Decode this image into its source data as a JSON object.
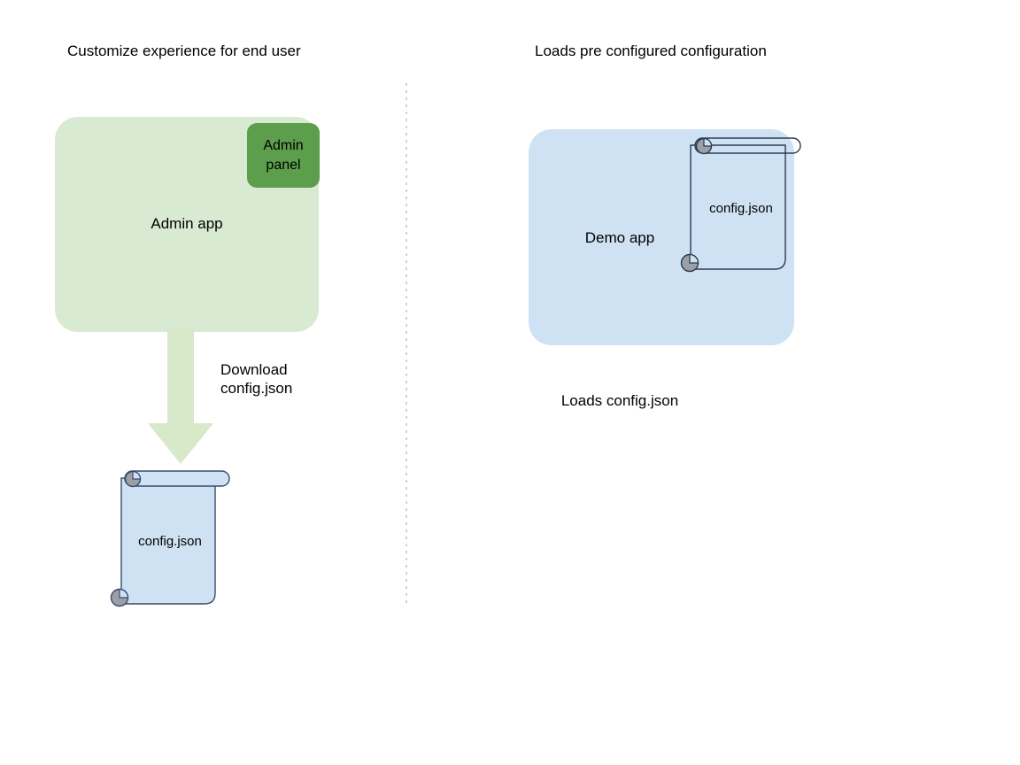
{
  "diagram": {
    "title_left": "Customize experience for end user",
    "title_right": "Loads pre configured configuration",
    "left": {
      "app_label": "Admin app",
      "panel_label": "Admin\npanel",
      "arrow_label": "Download\nconfig.json",
      "document_label": "config.json"
    },
    "right": {
      "app_label": "Demo app",
      "document_label": "config.json",
      "caption": "Loads config.json"
    },
    "icons": {
      "down-arrow-icon": "arrow pointing down",
      "scroll-document-icon": "rolled document scroll",
      "divider-icon": "vertical dotted divider"
    },
    "colors": {
      "app_green_fill": "#d9ead3",
      "panel_green_fill": "#5d9e4c",
      "app_blue_fill": "#cfe2f3",
      "scroll_blue_fill": "#cfe2f3",
      "scroll_stroke": "#3a4a6b",
      "curl_gray": "#9aa0a6",
      "arrow_fill": "#d7e9c9",
      "divider_gray": "#bdbdbd",
      "text_color": "#000000"
    }
  }
}
